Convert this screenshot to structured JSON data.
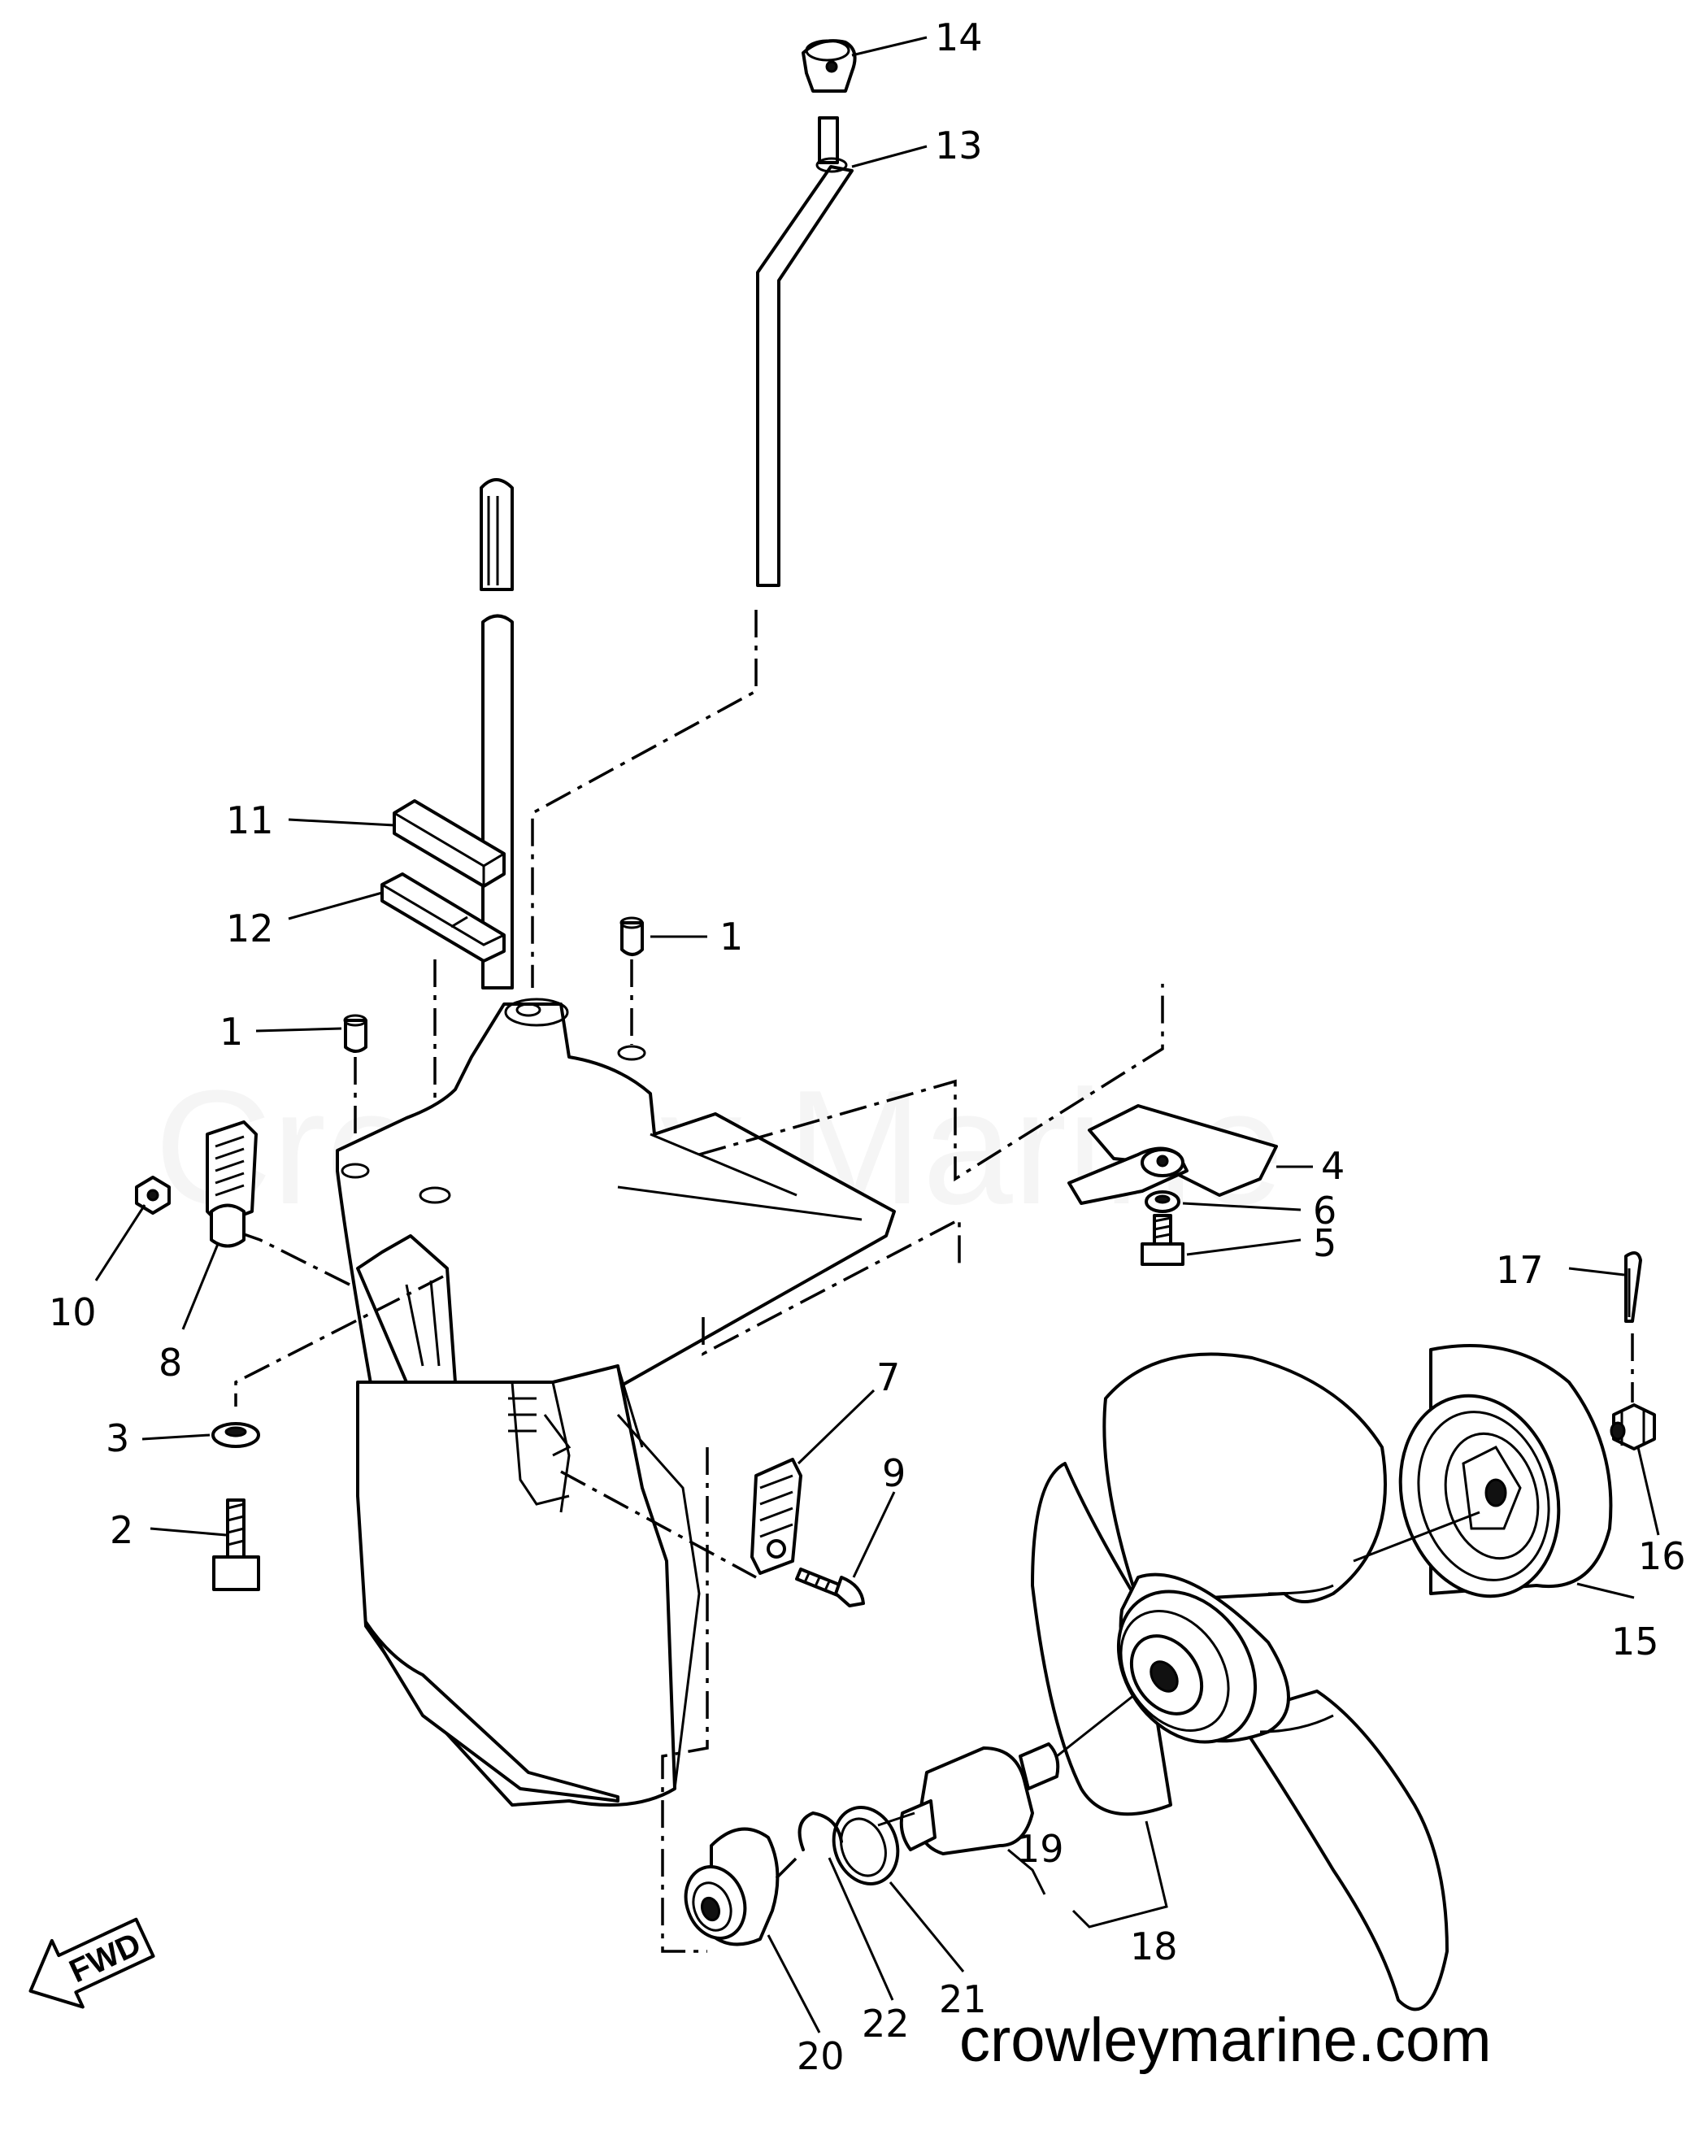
{
  "watermark_text": "Crowley Marine",
  "site_text": "crowleymarine.com",
  "direction_label": "FWD",
  "callouts": [
    {
      "id": "c14",
      "text": "14"
    },
    {
      "id": "c13",
      "text": "13"
    },
    {
      "id": "c11",
      "text": "11"
    },
    {
      "id": "c12",
      "text": "12"
    },
    {
      "id": "c1a",
      "text": "1"
    },
    {
      "id": "c1b",
      "text": "1"
    },
    {
      "id": "c4",
      "text": "4"
    },
    {
      "id": "c6",
      "text": "6"
    },
    {
      "id": "c5",
      "text": "5"
    },
    {
      "id": "c10",
      "text": "10"
    },
    {
      "id": "c8",
      "text": "8"
    },
    {
      "id": "c17",
      "text": "17"
    },
    {
      "id": "c7",
      "text": "7"
    },
    {
      "id": "c9",
      "text": "9"
    },
    {
      "id": "c3",
      "text": "3"
    },
    {
      "id": "c2",
      "text": "2"
    },
    {
      "id": "c16",
      "text": "16"
    },
    {
      "id": "c15",
      "text": "15"
    },
    {
      "id": "c19",
      "text": "19"
    },
    {
      "id": "c18",
      "text": "18"
    },
    {
      "id": "c21",
      "text": "21"
    },
    {
      "id": "c22",
      "text": "22"
    },
    {
      "id": "c20",
      "text": "20"
    }
  ]
}
